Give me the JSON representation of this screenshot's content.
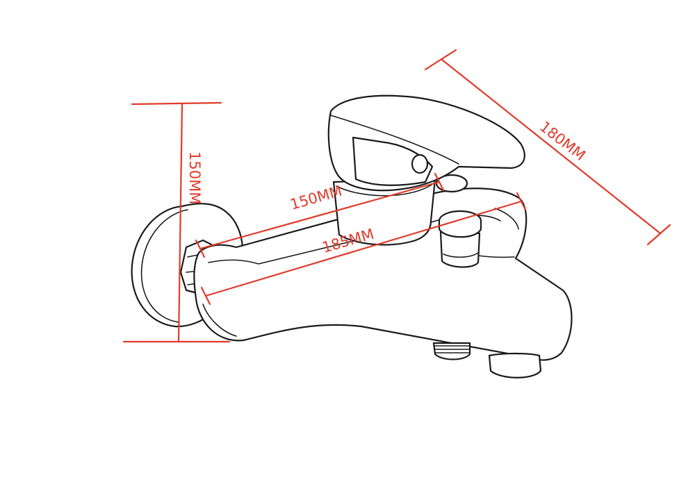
{
  "diagram": {
    "dimension_color": "#e03a2a",
    "line_color": "#1a1a1a",
    "labels": {
      "height": "150MM",
      "body_length": "150MM",
      "overall_length": "185MM",
      "depth": "180MM"
    }
  }
}
